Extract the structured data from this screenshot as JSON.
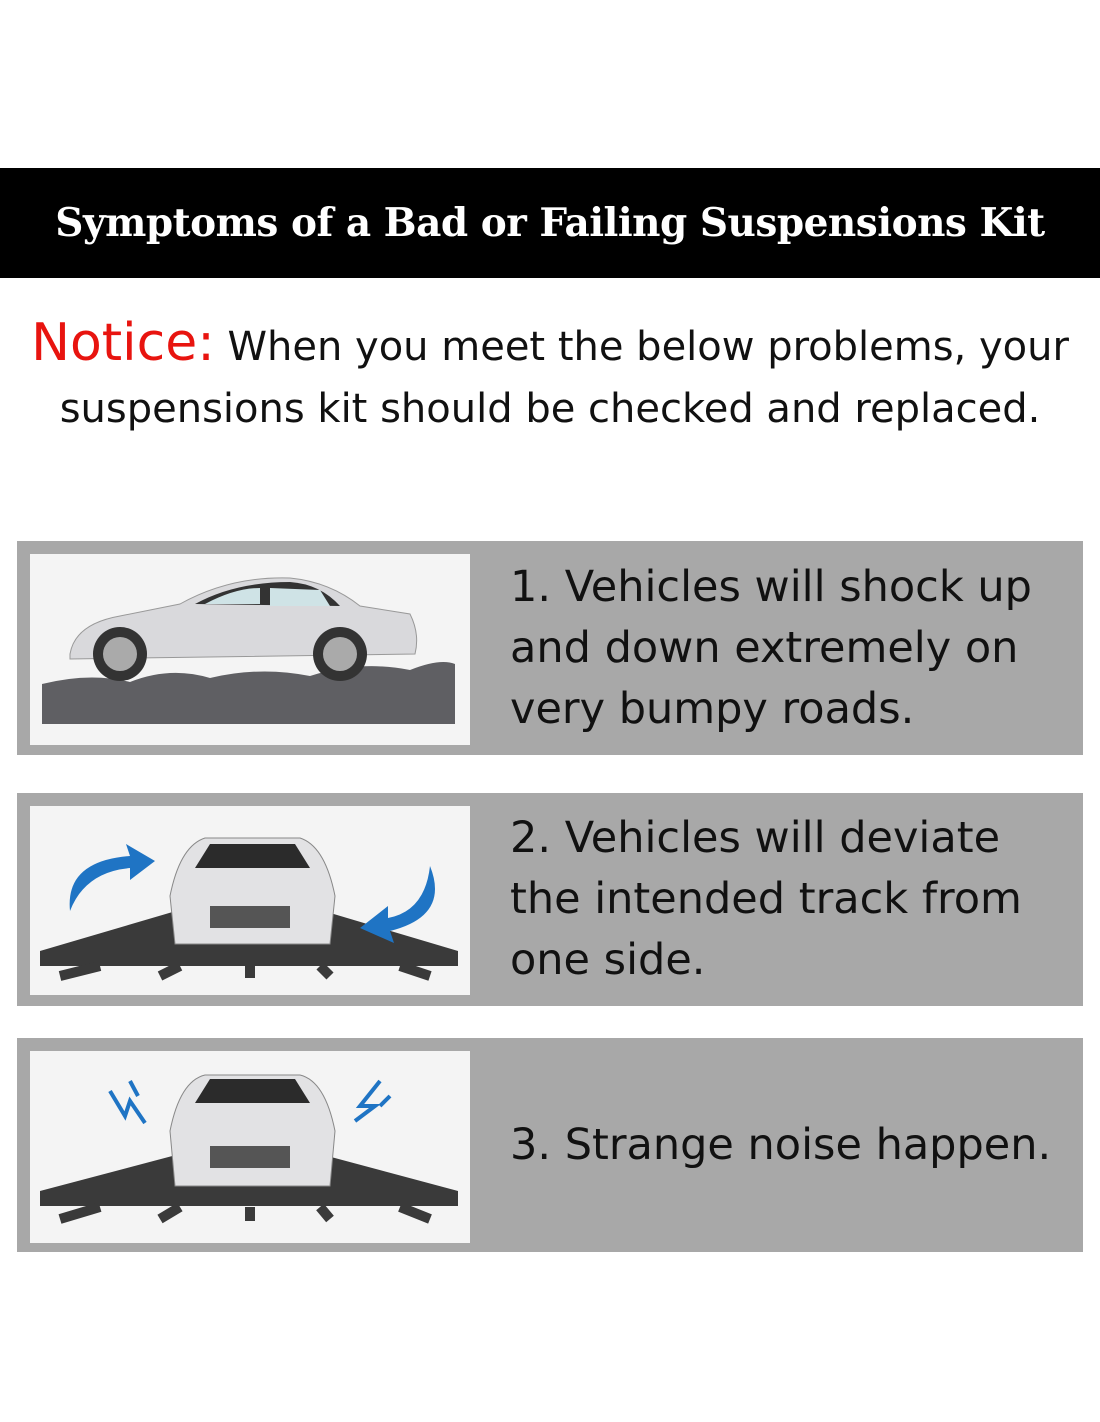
{
  "header": {
    "title": "Symptoms of a Bad or Failing Suspensions Kit"
  },
  "notice": {
    "label": "Notice:",
    "text": " When you meet the below problems, your suspensions kit should be checked and replaced."
  },
  "symptoms": [
    {
      "text": "1. Vehicles will shock up and down extremely on very bumpy roads.",
      "icon": "car-on-bumpy-road"
    },
    {
      "text": "2. Vehicles will deviate the intended track from one side.",
      "icon": "car-deviating-arrows"
    },
    {
      "text": "3. Strange noise happen.",
      "icon": "car-noise-lightning"
    }
  ],
  "colors": {
    "header_bg": "#000000",
    "notice_red": "#e8140f",
    "panel_gray": "#a8a8a8",
    "arrow_blue": "#1f74c4"
  }
}
